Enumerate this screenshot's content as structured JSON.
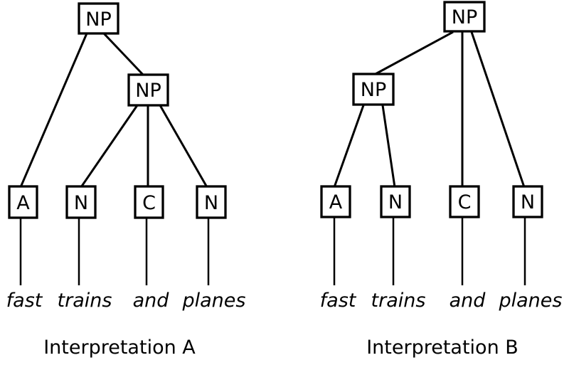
{
  "colors": {
    "background": "#ffffff",
    "ink": "#000000"
  },
  "trees": [
    {
      "id": "A",
      "caption": "Interpretation A",
      "root_label": "NP",
      "inner_label": "NP",
      "leaves": [
        {
          "tag": "A",
          "word": "fast"
        },
        {
          "tag": "N",
          "word": "trains"
        },
        {
          "tag": "C",
          "word": "and"
        },
        {
          "tag": "N",
          "word": "planes"
        }
      ]
    },
    {
      "id": "B",
      "caption": "Interpretation B",
      "root_label": "NP",
      "inner_label": "NP",
      "leaves": [
        {
          "tag": "A",
          "word": "fast"
        },
        {
          "tag": "N",
          "word": "trains"
        },
        {
          "tag": "C",
          "word": "and"
        },
        {
          "tag": "N",
          "word": "planes"
        }
      ]
    }
  ]
}
